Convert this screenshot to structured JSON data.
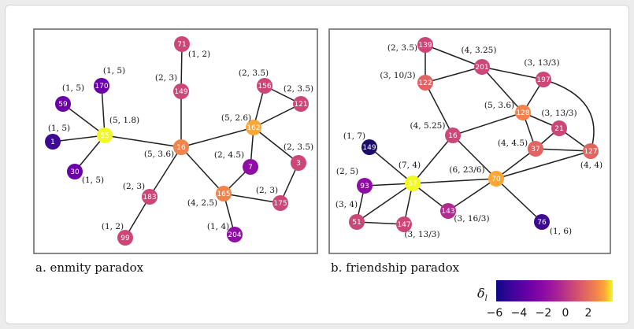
{
  "colors": {
    "v_m6": "#1b0c6b",
    "v_m5": "#3d0a91",
    "v_m4": "#6a00a8",
    "v_m3": "#8f0da4",
    "v_m2": "#b12a90",
    "v_m1": "#cc4778",
    "v_0": "#e16462",
    "v_1": "#f2844b",
    "v_2": "#fca636",
    "v_3": "#fcce25",
    "v_4": "#f0f921"
  },
  "panels": [
    {
      "id": "a",
      "caption": "a. enmity paradox",
      "nodes": [
        {
          "id": "71",
          "value": -1,
          "label": "(1, 2)"
        },
        {
          "id": "149",
          "value": -1,
          "label": "(2, 3)"
        },
        {
          "id": "170",
          "value": -4,
          "label": "(1, 5)"
        },
        {
          "id": "59",
          "value": -4,
          "label": "(1, 5)"
        },
        {
          "id": "55",
          "value": 4,
          "label": "(5, 1.8)"
        },
        {
          "id": "1",
          "value": -5,
          "label": "(1, 5)"
        },
        {
          "id": "30",
          "value": -4,
          "label": "(1, 5)"
        },
        {
          "id": "16",
          "value": 1,
          "label": "(5, 3.6)"
        },
        {
          "id": "156",
          "value": -1,
          "label": "(2, 3.5)"
        },
        {
          "id": "121",
          "value": -1,
          "label": "(2, 3.5)"
        },
        {
          "id": "162",
          "value": 2,
          "label": "(5, 2.6)"
        },
        {
          "id": "7",
          "value": -3,
          "label": "(2, 4.5)"
        },
        {
          "id": "3",
          "value": -1,
          "label": "(2, 3.5)"
        },
        {
          "id": "183",
          "value": -1,
          "label": "(2, 3)"
        },
        {
          "id": "165",
          "value": 1,
          "label": "(4, 2.5)"
        },
        {
          "id": "175",
          "value": -1,
          "label": "(2, 3)"
        },
        {
          "id": "99",
          "value": -1,
          "label": "(1, 2)"
        },
        {
          "id": "204",
          "value": -3,
          "label": "(1, 4)"
        }
      ],
      "edges": [
        [
          "71",
          "149"
        ],
        [
          "149",
          "16"
        ],
        [
          "16",
          "55"
        ],
        [
          "55",
          "170"
        ],
        [
          "55",
          "59"
        ],
        [
          "55",
          "1"
        ],
        [
          "55",
          "30"
        ],
        [
          "16",
          "162"
        ],
        [
          "162",
          "156"
        ],
        [
          "162",
          "121"
        ],
        [
          "156",
          "121"
        ],
        [
          "162",
          "7"
        ],
        [
          "162",
          "3"
        ],
        [
          "7",
          "165"
        ],
        [
          "16",
          "183"
        ],
        [
          "16",
          "165"
        ],
        [
          "183",
          "99"
        ],
        [
          "165",
          "175"
        ],
        [
          "3",
          "175"
        ],
        [
          "165",
          "204"
        ]
      ]
    },
    {
      "id": "b",
      "caption": "b. friendship paradox",
      "nodes": [
        {
          "id": "139",
          "value": -1,
          "label": "(2, 3.5)"
        },
        {
          "id": "201",
          "value": -1,
          "label": "(4, 3.25)"
        },
        {
          "id": "197",
          "value": -1,
          "label": "(3, 13/3)"
        },
        {
          "id": "122",
          "value": 0,
          "label": "(3, 10/3)"
        },
        {
          "id": "128",
          "value": 1,
          "label": "(5, 3.6)"
        },
        {
          "id": "21",
          "value": -1,
          "label": "(3, 13/3)"
        },
        {
          "id": "16",
          "value": -1,
          "label": "(4, 5.25)"
        },
        {
          "id": "37",
          "value": 0,
          "label": "(4, 4.5)"
        },
        {
          "id": "127",
          "value": 0,
          "label": "(4, 4)"
        },
        {
          "id": "149",
          "value": -6,
          "label": "(1, 7)"
        },
        {
          "id": "57",
          "value": 4,
          "label": "(7, 4)"
        },
        {
          "id": "70",
          "value": 2,
          "label": "(6, 23/6)"
        },
        {
          "id": "93",
          "value": -3,
          "label": "(2, 5)"
        },
        {
          "id": "143",
          "value": -2,
          "label": "(3, 16/3)"
        },
        {
          "id": "51",
          "value": -1,
          "label": "(3, 4)"
        },
        {
          "id": "147",
          "value": -1,
          "label": "(3, 13/3)"
        },
        {
          "id": "76",
          "value": -5,
          "label": "(1, 6)"
        }
      ],
      "edges": [
        [
          "139",
          "201"
        ],
        [
          "139",
          "122"
        ],
        [
          "122",
          "201"
        ],
        [
          "201",
          "197"
        ],
        [
          "201",
          "128"
        ],
        [
          "122",
          "16"
        ],
        [
          "197",
          "128"
        ],
        [
          "197",
          "127"
        ],
        [
          "128",
          "16"
        ],
        [
          "128",
          "21"
        ],
        [
          "128",
          "37"
        ],
        [
          "21",
          "37"
        ],
        [
          "21",
          "127"
        ],
        [
          "37",
          "127"
        ],
        [
          "37",
          "70"
        ],
        [
          "127",
          "70"
        ],
        [
          "16",
          "57"
        ],
        [
          "16",
          "70"
        ],
        [
          "149",
          "57"
        ],
        [
          "57",
          "93"
        ],
        [
          "57",
          "51"
        ],
        [
          "57",
          "147"
        ],
        [
          "57",
          "70"
        ],
        [
          "57",
          "143"
        ],
        [
          "70",
          "143"
        ],
        [
          "70",
          "76"
        ],
        [
          "93",
          "51"
        ],
        [
          "51",
          "147"
        ]
      ]
    }
  ],
  "colorbar": {
    "label": "δ",
    "label_sub": "l",
    "ticks": [
      "−6",
      "−4",
      "−2",
      "0",
      "2"
    ]
  }
}
